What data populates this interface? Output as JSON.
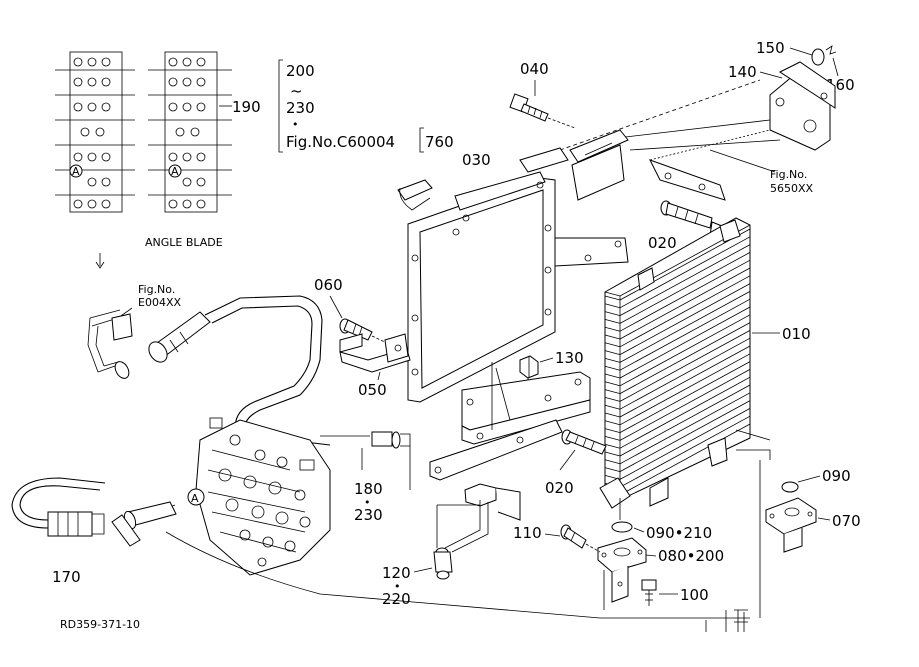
{
  "labels": {
    "l190": "190",
    "l200": "200",
    "tilde": "~",
    "l230a": "230",
    "dot1": "•",
    "fig_c60004": "Fig.No.C60004",
    "l760": "760",
    "l040": "040",
    "l150": "150",
    "l140": "140",
    "l160": "160",
    "l030": "030",
    "fig_5650_a": "Fig.No.",
    "fig_5650_b": "5650XX",
    "l020a": "020",
    "l010": "010",
    "angle_blade": "ANGLE BLADE",
    "fig_e004_a": "Fig.No.",
    "fig_e004_b": "E004XX",
    "l060": "060",
    "l050": "050",
    "l130": "130",
    "l020b": "020",
    "l180": "180",
    "dot2": "•",
    "l230b": "230",
    "l090a": "090",
    "l090_210": "090•210",
    "l070": "070",
    "l110": "110",
    "l080_200": "080•200",
    "l120": "120",
    "dot3": "•",
    "l220": "220",
    "l100": "100",
    "l170": "170",
    "marker_a1": "A",
    "marker_a2": "A",
    "marker_a3": "A",
    "code": "RD359-371-10"
  }
}
